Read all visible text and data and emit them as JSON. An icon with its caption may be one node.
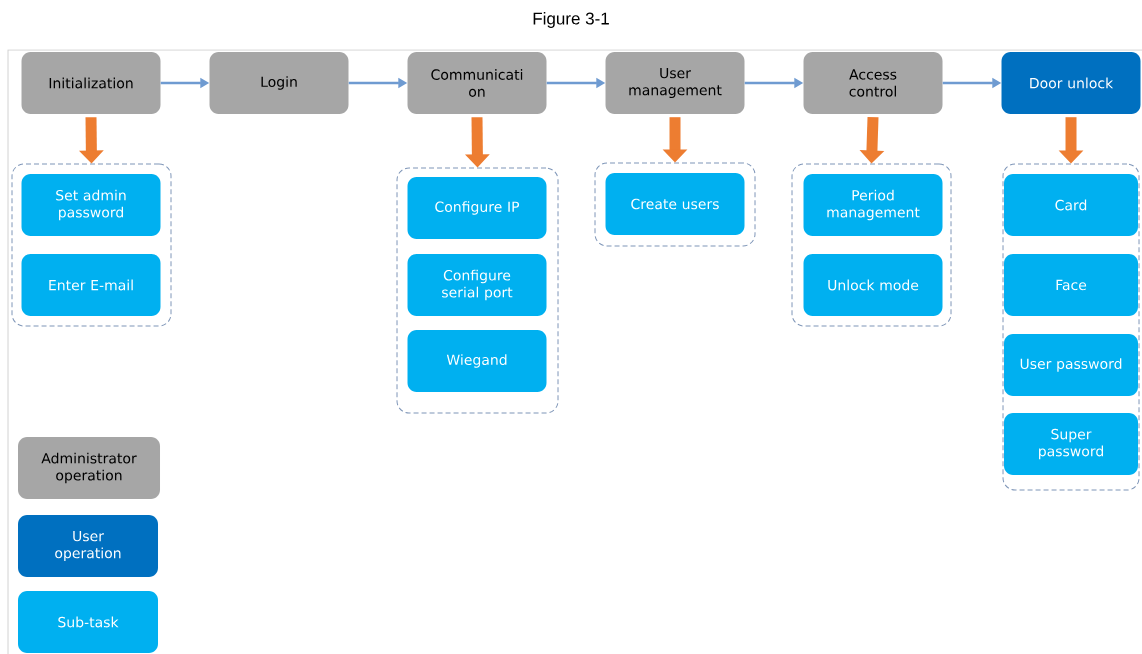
{
  "diagram": {
    "title": "Figure 3-1",
    "nodes": [
      {
        "text": [
          "Initialization"
        ]
      },
      {
        "text": [
          "Login"
        ]
      },
      {
        "text": [
          "Communicati on"
        ]
      },
      {
        "text": [
          "User management"
        ]
      },
      {
        "text": [
          "Access control"
        ]
      },
      {
        "text": [
          "Door unlock"
        ]
      },
      {
        "text": [],
        "shape": "box"
      },
      {
        "text": [
          "Set admin password"
        ],
        "in": 6
      },
      {
        "text": [
          "Enter E-mail"
        ],
        "in": 6
      },
      {
        "text": [],
        "shape": "box"
      },
      {
        "text": [
          "Configure IP"
        ],
        "in": 9
      },
      {
        "text": [
          "Configure serial port"
        ],
        "in": 9
      },
      {
        "text": [
          "Wiegand"
        ],
        "in": 9
      },
      {
        "text": [],
        "shape": "box"
      },
      {
        "text": [
          "Create users"
        ],
        "in": 13
      },
      {
        "text": [],
        "shape": "box"
      },
      {
        "text": [
          "Period management"
        ],
        "in": 15
      },
      {
        "text": [
          "Unlock mode"
        ],
        "in": 15
      },
      {
        "text": [],
        "shape": "box"
      },
      {
        "text": [
          "Card"
        ],
        "in": 18
      },
      {
        "text": [
          "Face"
        ],
        "in": 18
      },
      {
        "text": [
          "User password"
        ],
        "in": 18
      },
      {
        "text": [
          "Super password"
        ],
        "in": 18
      }
    ],
    "edges": [
      {
        "from": 0,
        "to": 1,
        "arrow": "to"
      },
      {
        "from": 1,
        "to": 2,
        "arrow": "to"
      },
      {
        "from": 2,
        "to": 3,
        "arrow": "to"
      },
      {
        "from": 3,
        "to": 4,
        "arrow": "to"
      },
      {
        "from": 4,
        "to": 5,
        "arrow": "to"
      },
      {
        "from": 0,
        "to": 6,
        "arrow": "to",
        "style": "thick",
        "color": "#ed7d31"
      },
      {
        "from": 2,
        "to": 9,
        "arrow": "to",
        "style": "thick",
        "color": "#ed7d31"
      },
      {
        "from": 3,
        "to": 13,
        "arrow": "to",
        "style": "thick",
        "color": "#ed7d31"
      },
      {
        "from": 4,
        "to": 15,
        "arrow": "to",
        "style": "thick",
        "color": "#ed7d31"
      },
      {
        "from": 5,
        "to": 18,
        "arrow": "to",
        "style": "thick",
        "color": "#ed7d31"
      }
    ],
    "legend": [
      {
        "text": "Administrator operation",
        "color": "#a6a6a6"
      },
      {
        "text": "User operation",
        "color": "#0070c0"
      },
      {
        "text": "Sub-task",
        "color": "#00b0f0"
      }
    ]
  }
}
